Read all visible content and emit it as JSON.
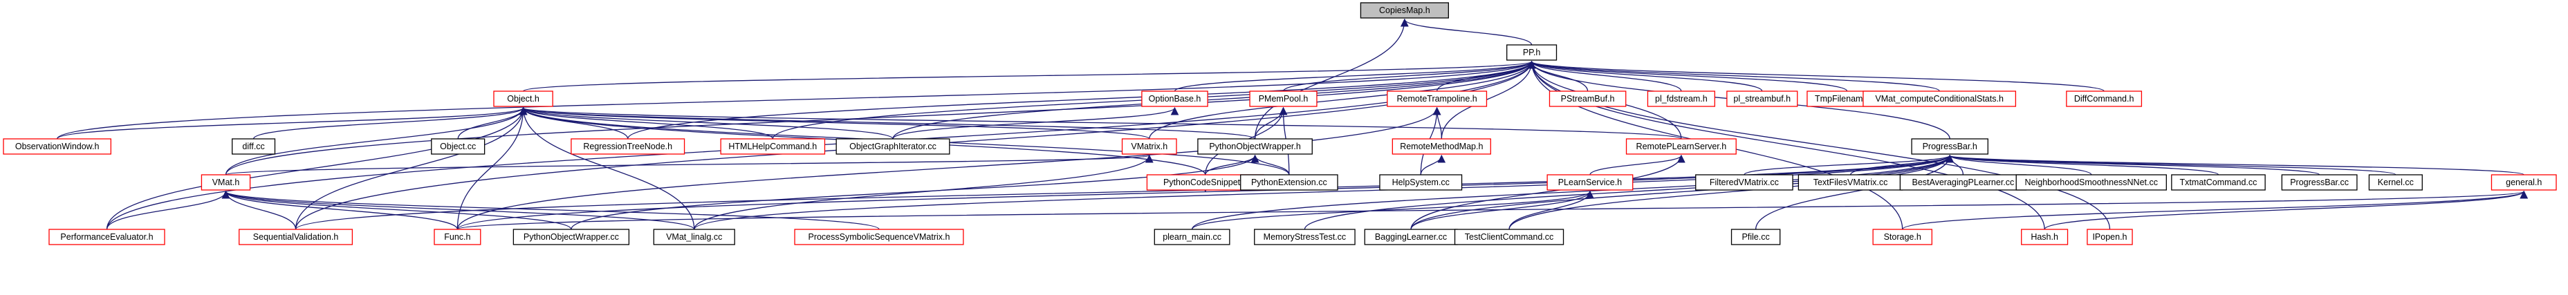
{
  "root": "CopiesMap.h",
  "nodes": [
    {
      "id": "copiesmap",
      "label": "CopiesMap.h",
      "style": "root"
    },
    {
      "id": "pp",
      "label": "PP.h",
      "style": "black"
    },
    {
      "id": "object",
      "label": "Object.h",
      "style": "red"
    },
    {
      "id": "optionbase",
      "label": "OptionBase.h",
      "style": "red"
    },
    {
      "id": "pmempool",
      "label": "PMemPool.h",
      "style": "red"
    },
    {
      "id": "remotetrampoline",
      "label": "RemoteTrampoline.h",
      "style": "red"
    },
    {
      "id": "pstreambuf",
      "label": "PStreamBuf.h",
      "style": "red"
    },
    {
      "id": "plfdstream",
      "label": "pl_fdstream.h",
      "style": "red"
    },
    {
      "id": "plstreambuf",
      "label": "pl_streambuf.h",
      "style": "red"
    },
    {
      "id": "tmpfilenames",
      "label": "TmpFilenames.h",
      "style": "red"
    },
    {
      "id": "vmatcompute",
      "label": "VMat_computeConditionalStats.h",
      "style": "red"
    },
    {
      "id": "diffcommand",
      "label": "DiffCommand.h",
      "style": "red"
    },
    {
      "id": "obswindow",
      "label": "ObservationWindow.h",
      "style": "red"
    },
    {
      "id": "diffcc",
      "label": "diff.cc",
      "style": "black"
    },
    {
      "id": "objectcc",
      "label": "Object.cc",
      "style": "black"
    },
    {
      "id": "regressiontree",
      "label": "RegressionTreeNode.h",
      "style": "red"
    },
    {
      "id": "htmlhelp",
      "label": "HTMLHelpCommand.h",
      "style": "red"
    },
    {
      "id": "objgraph",
      "label": "ObjectGraphIterator.cc",
      "style": "black"
    },
    {
      "id": "vmatrix",
      "label": "VMatrix.h",
      "style": "red"
    },
    {
      "id": "pyobjwrapper",
      "label": "PythonObjectWrapper.h",
      "style": "black"
    },
    {
      "id": "remotemethodmap",
      "label": "RemoteMethodMap.h",
      "style": "red"
    },
    {
      "id": "remoteplearnserver",
      "label": "RemotePLearnServer.h",
      "style": "red"
    },
    {
      "id": "progressbar",
      "label": "ProgressBar.h",
      "style": "black"
    },
    {
      "id": "vmat",
      "label": "VMat.h",
      "style": "red"
    },
    {
      "id": "pycodesnippet",
      "label": "PythonCodeSnippet.h",
      "style": "red"
    },
    {
      "id": "pyextension",
      "label": "PythonExtension.cc",
      "style": "black"
    },
    {
      "id": "helpsystem",
      "label": "HelpSystem.cc",
      "style": "black"
    },
    {
      "id": "plearnservice",
      "label": "PLearnService.h",
      "style": "red"
    },
    {
      "id": "filteredvmatrix",
      "label": "FilteredVMatrix.cc",
      "style": "black"
    },
    {
      "id": "textfilesvmatrix",
      "label": "TextFilesVMatrix.cc",
      "style": "black"
    },
    {
      "id": "bestaveraging",
      "label": "BestAveragingPLearner.cc",
      "style": "black"
    },
    {
      "id": "neighborhood",
      "label": "NeighborhoodSmoothnessNNet.cc",
      "style": "black"
    },
    {
      "id": "txtmat",
      "label": "TxtmatCommand.cc",
      "style": "black"
    },
    {
      "id": "progressbarcc",
      "label": "ProgressBar.cc",
      "style": "black"
    },
    {
      "id": "kernel",
      "label": "Kernel.cc",
      "style": "black"
    },
    {
      "id": "general",
      "label": "general.h",
      "style": "red"
    },
    {
      "id": "perfeval",
      "label": "PerformanceEvaluator.h",
      "style": "red"
    },
    {
      "id": "seqvalid",
      "label": "SequentialValidation.h",
      "style": "red"
    },
    {
      "id": "func",
      "label": "Func.h",
      "style": "red"
    },
    {
      "id": "pyobjwrappercc",
      "label": "PythonObjectWrapper.cc",
      "style": "black"
    },
    {
      "id": "vmatlinalg",
      "label": "VMat_linalg.cc",
      "style": "black"
    },
    {
      "id": "processsymbolic",
      "label": "ProcessSymbolicSequenceVMatrix.h",
      "style": "red"
    },
    {
      "id": "plearnmain",
      "label": "plearn_main.cc",
      "style": "black"
    },
    {
      "id": "memstress",
      "label": "MemoryStressTest.cc",
      "style": "black"
    },
    {
      "id": "bagging",
      "label": "BaggingLearner.cc",
      "style": "black"
    },
    {
      "id": "testclient",
      "label": "TestClientCommand.cc",
      "style": "black"
    },
    {
      "id": "pfile",
      "label": "Pfile.cc",
      "style": "black"
    },
    {
      "id": "storage",
      "label": "Storage.h",
      "style": "red"
    },
    {
      "id": "hash",
      "label": "Hash.h",
      "style": "red"
    },
    {
      "id": "ipopen",
      "label": "IPopen.h",
      "style": "red"
    }
  ],
  "edges": [
    [
      "copiesmap",
      "pp"
    ],
    [
      "copiesmap",
      "pyobjwrapper"
    ],
    [
      "pp",
      "object"
    ],
    [
      "pp",
      "optionbase"
    ],
    [
      "pp",
      "pmempool"
    ],
    [
      "pp",
      "remotetrampoline"
    ],
    [
      "pp",
      "pstreambuf"
    ],
    [
      "pp",
      "plfdstream"
    ],
    [
      "pp",
      "plstreambuf"
    ],
    [
      "pp",
      "tmpfilenames"
    ],
    [
      "pp",
      "vmatcompute"
    ],
    [
      "pp",
      "diffcommand"
    ],
    [
      "pp",
      "obswindow"
    ],
    [
      "pp",
      "regressiontree"
    ],
    [
      "pp",
      "htmlhelp"
    ],
    [
      "pp",
      "objgraph"
    ],
    [
      "pp",
      "vmatrix"
    ],
    [
      "pp",
      "remotemethodmap"
    ],
    [
      "pp",
      "remoteplearnserver"
    ],
    [
      "pp",
      "progressbar"
    ],
    [
      "pp",
      "vmat"
    ],
    [
      "pp",
      "perfeval"
    ],
    [
      "pp",
      "seqvalid"
    ],
    [
      "pp",
      "storage"
    ],
    [
      "pp",
      "hash"
    ],
    [
      "pp",
      "ipopen"
    ],
    [
      "object",
      "obswindow"
    ],
    [
      "object",
      "diffcc"
    ],
    [
      "object",
      "objectcc"
    ],
    [
      "object",
      "regressiontree"
    ],
    [
      "object",
      "htmlhelp"
    ],
    [
      "object",
      "objgraph"
    ],
    [
      "object",
      "vmatrix"
    ],
    [
      "object",
      "pyobjwrapper"
    ],
    [
      "object",
      "remoteplearnserver"
    ],
    [
      "object",
      "pycodesnippet"
    ],
    [
      "object",
      "vmat"
    ],
    [
      "object",
      "perfeval"
    ],
    [
      "object",
      "seqvalid"
    ],
    [
      "object",
      "func"
    ],
    [
      "object",
      "vmatlinalg"
    ],
    [
      "object",
      "pyextension"
    ],
    [
      "optionbase",
      "objgraph"
    ],
    [
      "pmempool",
      "pyobjwrapper"
    ],
    [
      "pmempool",
      "pycodesnippet"
    ],
    [
      "pmempool",
      "pyextension"
    ],
    [
      "remotetrampoline",
      "remotemethodmap"
    ],
    [
      "remotetrampoline",
      "helpsystem"
    ],
    [
      "remotetrampoline",
      "func"
    ],
    [
      "remotemethodmap",
      "helpsystem"
    ],
    [
      "vmatrix",
      "vmat"
    ],
    [
      "vmatrix",
      "vmatlinalg"
    ],
    [
      "pyobjwrapper",
      "pycodesnippet"
    ],
    [
      "pyobjwrapper",
      "pyextension"
    ],
    [
      "pyobjwrapper",
      "pyobjwrappercc"
    ],
    [
      "pycodesnippet",
      "pyextension"
    ],
    [
      "remoteplearnserver",
      "plearnservice"
    ],
    [
      "remoteplearnserver",
      "bagging"
    ],
    [
      "progressbar",
      "filteredvmatrix"
    ],
    [
      "progressbar",
      "textfilesvmatrix"
    ],
    [
      "progressbar",
      "bestaveraging"
    ],
    [
      "progressbar",
      "neighborhood"
    ],
    [
      "progressbar",
      "txtmat"
    ],
    [
      "progressbar",
      "progressbarcc"
    ],
    [
      "progressbar",
      "kernel"
    ],
    [
      "progressbar",
      "general"
    ],
    [
      "progressbar",
      "bagging"
    ],
    [
      "progressbar",
      "plearnmain"
    ],
    [
      "progressbar",
      "memstress"
    ],
    [
      "progressbar",
      "testclient"
    ],
    [
      "progressbar",
      "pfile"
    ],
    [
      "progressbar",
      "vmatlinalg"
    ],
    [
      "progressbar",
      "func"
    ],
    [
      "progressbar",
      "seqvalid"
    ],
    [
      "plearnservice",
      "plearnmain"
    ],
    [
      "plearnservice",
      "bagging"
    ],
    [
      "plearnservice",
      "testclient"
    ],
    [
      "vmat",
      "perfeval"
    ],
    [
      "vmat",
      "seqvalid"
    ],
    [
      "vmat",
      "func"
    ],
    [
      "vmat",
      "pyobjwrappercc"
    ],
    [
      "vmat",
      "vmatlinalg"
    ],
    [
      "vmat",
      "processsymbolic"
    ],
    [
      "general",
      "storage"
    ],
    [
      "general",
      "hash"
    ],
    [
      "general",
      "func"
    ]
  ]
}
